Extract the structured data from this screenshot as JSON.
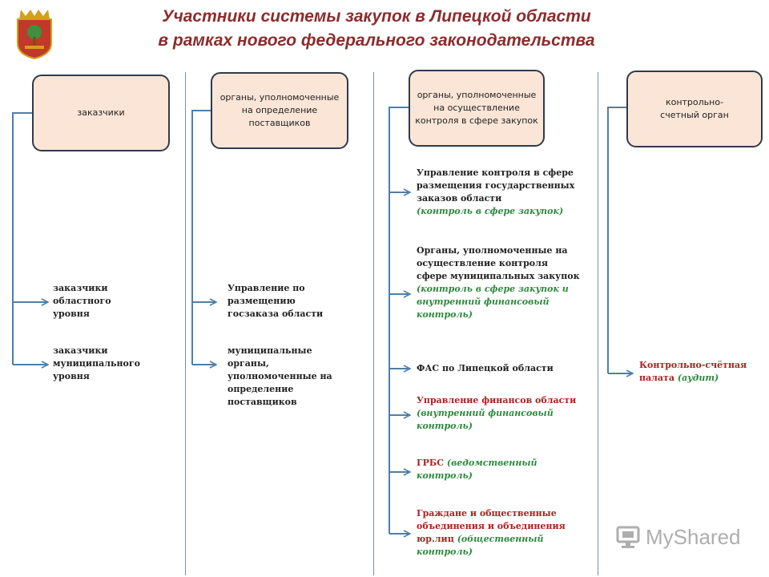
{
  "title": {
    "line1": "Участники системы закупок в Липецкой области",
    "line2": "в рамках нового федерального законодательства"
  },
  "colors": {
    "accent": "#8b2c2c",
    "box_fill": "#fbe5d6",
    "box_border": "#2f3b4c",
    "connector": "#4f7fa8",
    "green_note": "#2d8a3e",
    "red_title": "#a8231f"
  },
  "columns": [
    {
      "header": "заказчики",
      "items": [
        {
          "text": "заказчики областного уровня"
        },
        {
          "text": "заказчики муниципального уровня"
        }
      ]
    },
    {
      "header": "органы, уполномоченные на определение поставщиков",
      "items": [
        {
          "text": "Управление по размещению госзаказа области"
        },
        {
          "text": "муниципальные органы, уполномоченные на определение поставщиков"
        }
      ]
    },
    {
      "header": "органы, уполномоченные на осуществление контроля в сфере закупок",
      "items": [
        {
          "text": "Управление контроля в сфере размещения государственных заказов области",
          "note": "(контроль в сфере закупок)"
        },
        {
          "text": "Органы, уполномоченные на осуществление контроля сфере муниципальных закупок",
          "note": "(контроль в сфере закупок и внутренний финансовый контроль)"
        },
        {
          "text": "ФАС по Липецкой области",
          "note": ""
        },
        {
          "text": "Управление финансов области",
          "note": "(внутренний финансовый контроль)"
        },
        {
          "text": "ГРБС",
          "note": "(ведомственный контроль)"
        },
        {
          "text": "Граждане и общественные объединения и объединения юр.лиц",
          "note": "(общественный контроль)"
        }
      ]
    },
    {
      "header": "контрольно-счетный орган",
      "items": [
        {
          "text": "Контрольно-счётная палата",
          "note": "(аудит)"
        }
      ]
    }
  ],
  "watermark": {
    "text": "MyShared",
    "icon": "myshared-logo-icon"
  },
  "crest": {
    "icon": "lipetsk-coat-of-arms-icon"
  }
}
